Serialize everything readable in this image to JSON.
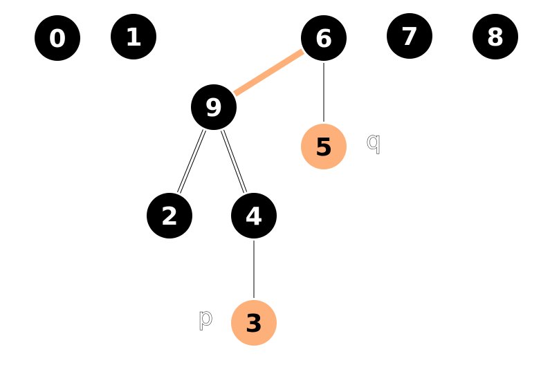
{
  "colors": {
    "background": "#ffffff",
    "node_default_fill": "#000000",
    "node_default_text": "#ffffff",
    "node_highlight_fill": "#fdb07a",
    "node_highlight_text": "#000000",
    "edge_highlight": "#fdb07a",
    "edge_default": "#000000",
    "pointer_label_color": "#ffffff"
  },
  "nodes": [
    {
      "id": "0",
      "label": "0",
      "highlight": false
    },
    {
      "id": "1",
      "label": "1",
      "highlight": false
    },
    {
      "id": "6",
      "label": "6",
      "highlight": false
    },
    {
      "id": "7",
      "label": "7",
      "highlight": false
    },
    {
      "id": "8",
      "label": "8",
      "highlight": false
    },
    {
      "id": "9",
      "label": "9",
      "highlight": false
    },
    {
      "id": "5",
      "label": "5",
      "highlight": true
    },
    {
      "id": "2",
      "label": "2",
      "highlight": false
    },
    {
      "id": "4",
      "label": "4",
      "highlight": false
    },
    {
      "id": "3",
      "label": "3",
      "highlight": true
    }
  ],
  "edges": [
    {
      "from": "9",
      "to": "6",
      "style": "highlight"
    },
    {
      "from": "6",
      "to": "5",
      "style": "thin"
    },
    {
      "from": "9",
      "to": "2",
      "style": "double"
    },
    {
      "from": "9",
      "to": "4",
      "style": "double"
    },
    {
      "from": "4",
      "to": "3",
      "style": "thin"
    }
  ],
  "pointer_labels": [
    {
      "id": "q",
      "text": "q",
      "node": "5"
    },
    {
      "id": "p",
      "text": "p",
      "node": "3"
    }
  ]
}
